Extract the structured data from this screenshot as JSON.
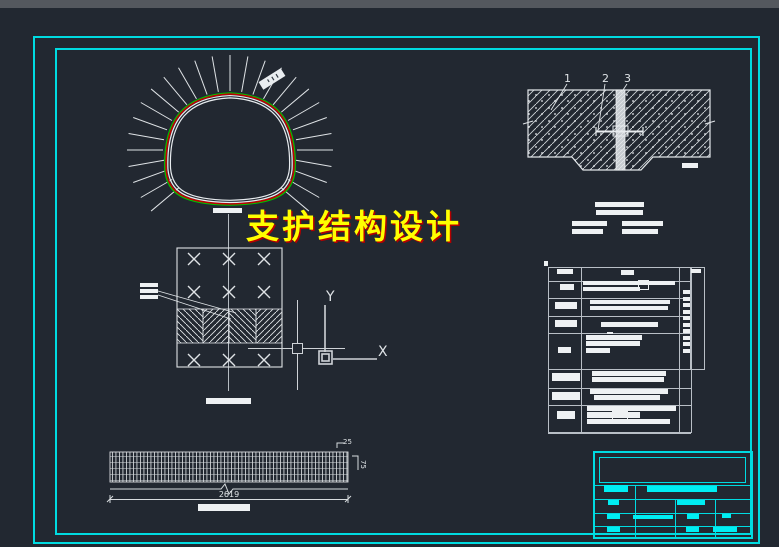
{
  "colors": {
    "canvas_bg": "#222831",
    "viewport_border_cyan": "#00dbe1",
    "title_yellow": "#ffff00",
    "tunnel_outer_green": "#00c000",
    "tunnel_mid_red": "#c00000",
    "line_white": "#e8ecef"
  },
  "drawing_title": {
    "text": "支护结构设计"
  },
  "section_detail": {
    "callout_1": "1",
    "callout_2": "2",
    "callout_3": "3"
  },
  "ucs_icon": {
    "y_label": "Y",
    "x_label": "X"
  },
  "mesh_detail": {
    "length_dim": "2619",
    "top_dim": "25",
    "side_dim": "75"
  }
}
